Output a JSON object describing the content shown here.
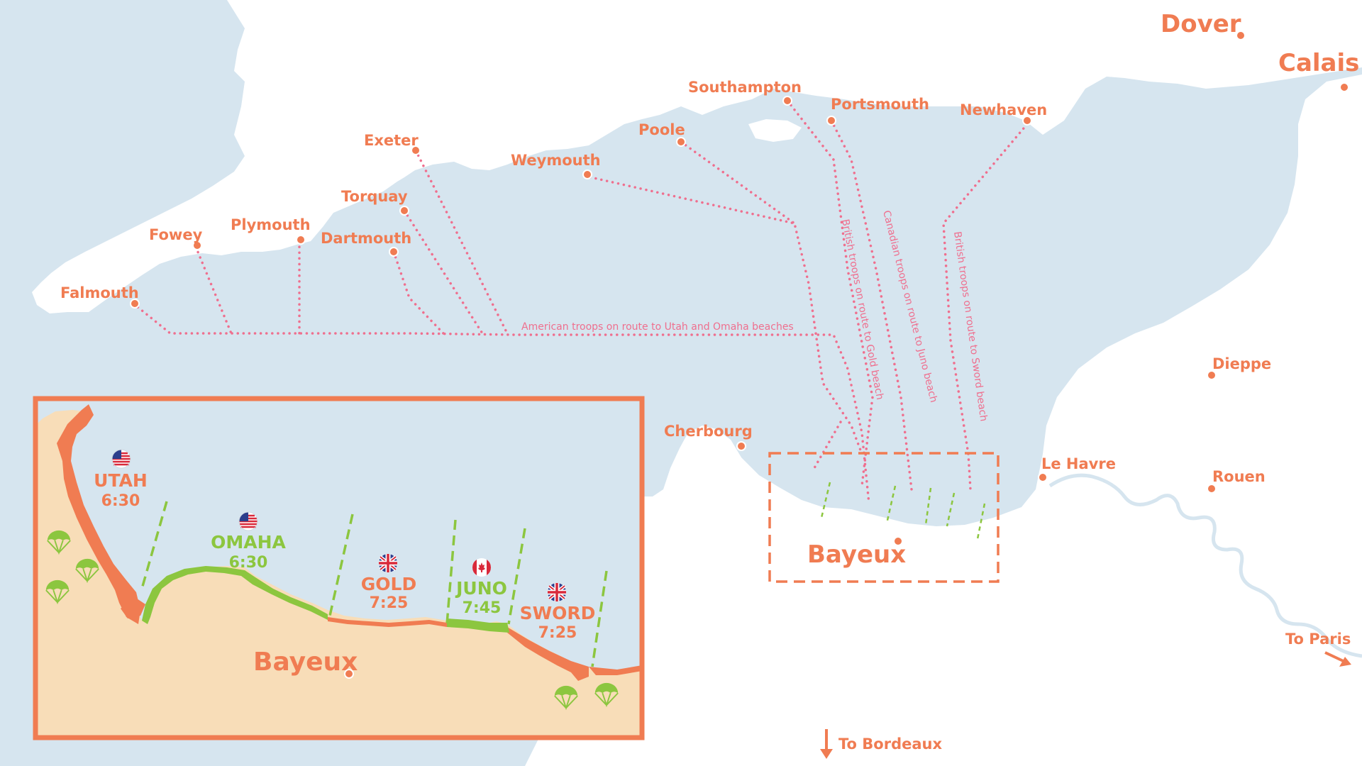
{
  "colors": {
    "sea": "#d6e5ef",
    "land": "#ffffff",
    "accent": "#f07c52",
    "route": "#ef6f8e",
    "green": "#8cc63f",
    "inset_land": "#f8ddb8"
  },
  "cities": {
    "dover": "Dover",
    "calais": "Calais",
    "southampton": "Southampton",
    "portsmouth": "Portsmouth",
    "newhaven": "Newhaven",
    "poole": "Poole",
    "exeter": "Exeter",
    "weymouth": "Weymouth",
    "torquay": "Torquay",
    "plymouth": "Plymouth",
    "fowey": "Fowey",
    "dartmouth": "Dartmouth",
    "falmouth": "Falmouth",
    "cherbourg": "Cherbourg",
    "dieppe": "Dieppe",
    "le_havre": "Le Havre",
    "rouen": "Rouen",
    "bayeux": "Bayeux"
  },
  "routes": {
    "american": "American troops on route to Utah and Omaha beaches",
    "british_gold": "British troops on route to Gold beach",
    "canadian_juno": "Canadian troops on route to Juno beach",
    "british_sword": "British troops on route to Sword beach"
  },
  "directions": {
    "to_paris": "To Paris",
    "to_bordeaux": "To Bordeaux"
  },
  "inset": {
    "town": "Bayeux",
    "beaches": [
      {
        "name": "UTAH",
        "time": "6:30",
        "flag": "us-flag-icon"
      },
      {
        "name": "OMAHA",
        "time": "6:30",
        "flag": "us-flag-icon"
      },
      {
        "name": "GOLD",
        "time": "7:25",
        "flag": "uk-flag-icon"
      },
      {
        "name": "JUNO",
        "time": "7:45",
        "flag": "canada-flag-icon"
      },
      {
        "name": "SWORD",
        "time": "7:25",
        "flag": "uk-flag-icon"
      }
    ],
    "paratroopers": "parachute-icon"
  }
}
